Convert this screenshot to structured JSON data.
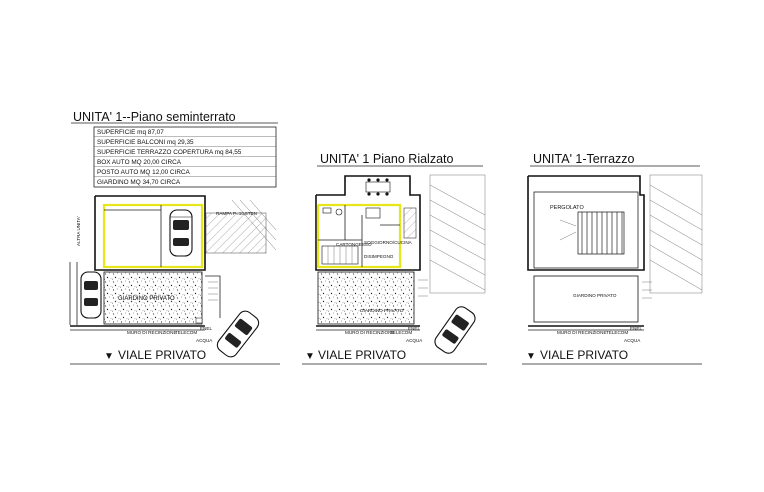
{
  "panel1": {
    "title": "UNITA' 1--Piano seminterrato",
    "areas": [
      "SUPERFICIE mq 87,07",
      "SUPERFICIE BALCONI mq 29,35",
      "SUPERFICIE TERRAZZO COPERTURA mq 84,55",
      "BOX AUTO MQ 20,00 CIRCA",
      "POSTO AUTO MQ 12,00 CIRCA",
      "GIARDINO MQ 34,70 CIRCA"
    ],
    "side_label": "ALTRA UNITA'",
    "ramp_label": "RAMPA P=10,5TEN",
    "garden_label": "GIARDINO PRIVATO",
    "wall_label": "MURO DI RECINZIONE",
    "telecom_label": "TELECOM",
    "enel_label": "ENEL",
    "acqua_label": "ACQUA",
    "road": "VIALE PRIVATO"
  },
  "panel2": {
    "title": "UNITA' 1 Piano Rialzato",
    "room1": "SOGGIORNO/CUCINA",
    "room2": "DISIMPEGNO",
    "room3": "CARTONGESSO",
    "garden_label": "GIARDINO PRIVATO",
    "wall_label": "MURO DI RECINZIONE",
    "telecom_label": "TELECOM",
    "enel_label": "ENEL",
    "acqua_label": "ACQUA",
    "road": "VIALE PRIVATO"
  },
  "panel3": {
    "title": "UNITA' 1-Terrazzo",
    "pergola_label": "PERGOLATO",
    "garden_label": "GIARDINO PRIVATO",
    "wall_label": "MURO DI RECINZIONE",
    "telecom_label": "TELECOM",
    "enel_label": "ENEL",
    "acqua_label": "ACQUA",
    "road": "VIALE PRIVATO"
  }
}
